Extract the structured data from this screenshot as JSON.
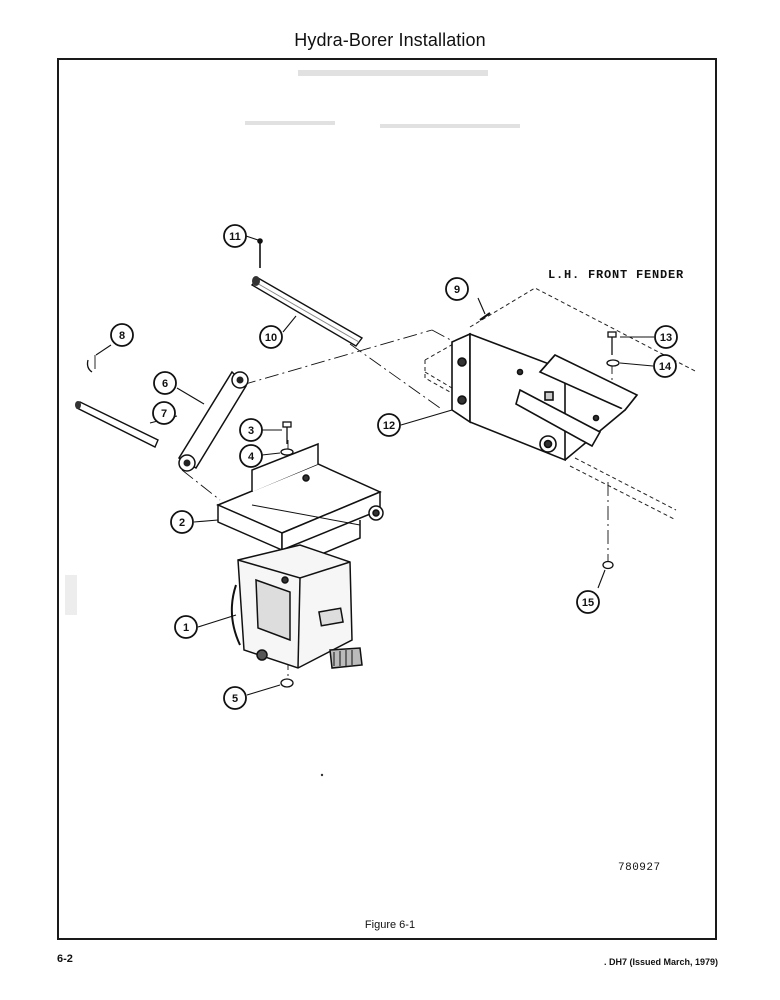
{
  "page": {
    "title": "Hydra-Borer Installation",
    "figure_caption": "Figure 6-1",
    "page_number": "6-2",
    "issue_info": ". DH7 (Issued March, 1979)"
  },
  "figure": {
    "fender_label": "L.H. FRONT FENDER",
    "drawing_number": "780927",
    "callouts": [
      "1",
      "2",
      "3",
      "4",
      "5",
      "6",
      "7",
      "8",
      "9",
      "10",
      "11",
      "12",
      "13",
      "14",
      "15"
    ]
  }
}
